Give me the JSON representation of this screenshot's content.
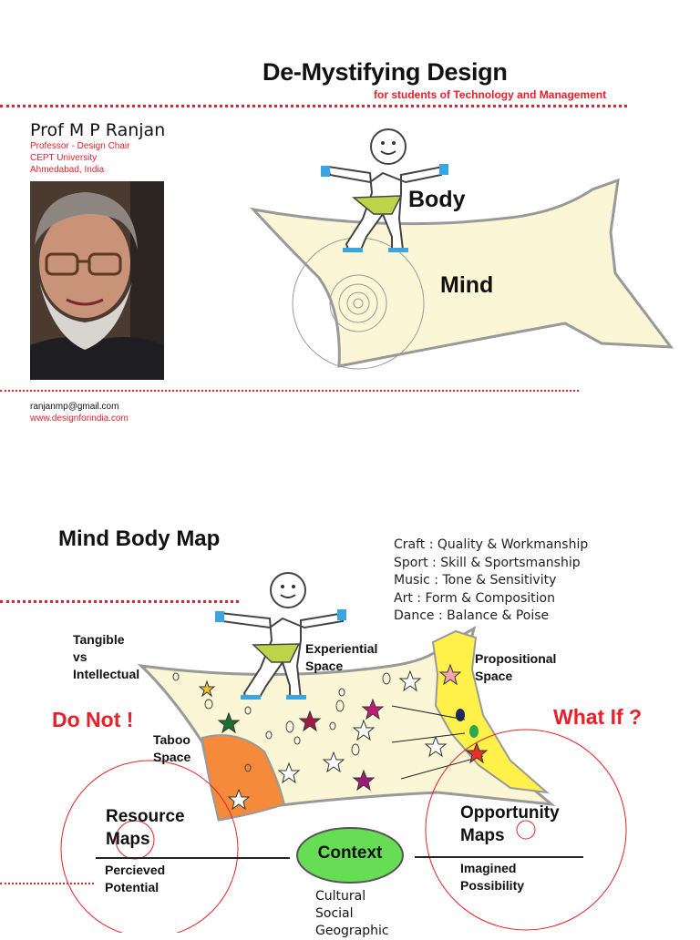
{
  "header": {
    "title": "De-Mystifying Design",
    "subtitle": "for students of Technology and Management"
  },
  "author": {
    "name": "Prof M P Ranjan",
    "role": "Professor - Design Chair",
    "org": "CEPT University",
    "location": "Ahmedabad, India",
    "email": "ranjanmp@gmail.com",
    "website": "www.designforindia.com"
  },
  "diagram1": {
    "body_label": "Body",
    "mind_label": "Mind"
  },
  "diagram2": {
    "title": "Mind Body Map",
    "skills": [
      "Craft :  Quality & Workmanship",
      "Sport :  Skill & Sportsmanship",
      "Music :  Tone & Sensitivity",
      "Art :    Form & Composition",
      "Dance :  Balance & Poise"
    ],
    "tangible": [
      "Tangible",
      "vs",
      "Intellectual"
    ],
    "experiential": [
      "Experiential",
      "Space"
    ],
    "propositional": [
      "Propositional",
      "Space"
    ],
    "do_not": "Do Not !",
    "what_if": "What If ?",
    "taboo": [
      "Taboo",
      "Space"
    ],
    "resource": [
      "Resource",
      "Maps"
    ],
    "perceived": [
      "Percieved",
      "Potential"
    ],
    "context": "Context",
    "opportunity": [
      "Opportunity",
      "Maps"
    ],
    "imagined": [
      "Imagined",
      "Possibility"
    ],
    "context_items": [
      "Cultural",
      "Social",
      "Geographic"
    ]
  },
  "colors": {
    "accent_red": "#e8202a",
    "shape_fill": "#fbf6d6",
    "underwear": "#bcd34a",
    "cuff_blue": "#39a6e0",
    "context_green": "#66dd55",
    "banana_yellow": "#fff04a",
    "taboo_orange": "#f58a3a"
  }
}
